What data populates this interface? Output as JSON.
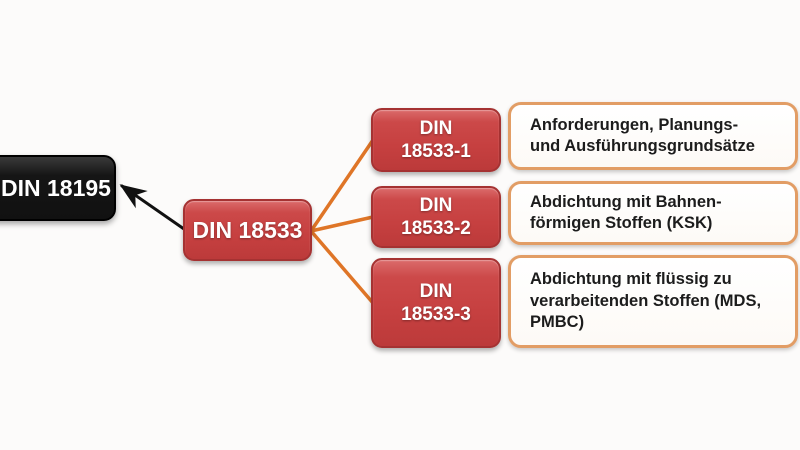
{
  "diagram": {
    "root_node": {
      "label": "DIN 18195"
    },
    "parent_node": {
      "label": "DIN 18533"
    },
    "child_nodes": [
      {
        "label": "DIN 18533-1",
        "label_lines": [
          "DIN",
          "18533-1"
        ],
        "description": "Anforderungen, Planungs- und Ausführungsgrundsätze",
        "description_lines": [
          "Anforderungen, Planungs-",
          "und Ausführungsgrundsätze"
        ]
      },
      {
        "label": "DIN 18533-2",
        "label_lines": [
          "DIN",
          "18533-2"
        ],
        "description": "Abdichtung mit Bahnen-förmigen Stoffen (KSK)",
        "description_lines": [
          "Abdichtung mit Bahnen-",
          "förmigen Stoffen (KSK)"
        ]
      },
      {
        "label": "DIN 18533-3",
        "label_lines": [
          "DIN",
          "18533-3"
        ],
        "description": "Abdichtung mit flüssig zu verarbeitenden Stoffen (MDS, PMBC)",
        "description_lines": [
          "Abdichtung mit flüssig zu",
          "verarbeitenden Stoffen (MDS,",
          "PMBC)"
        ]
      }
    ],
    "colors": {
      "background": "#fcfbfa",
      "node_red": "#c64040",
      "node_red_top": "#db6b6b",
      "node_red_border": "#a53232",
      "node_black": "#111111",
      "connector_orange": "#df7527",
      "description_border": "#e29d65",
      "text_light": "#ffffff",
      "text_dark": "#1c1c1c"
    }
  }
}
